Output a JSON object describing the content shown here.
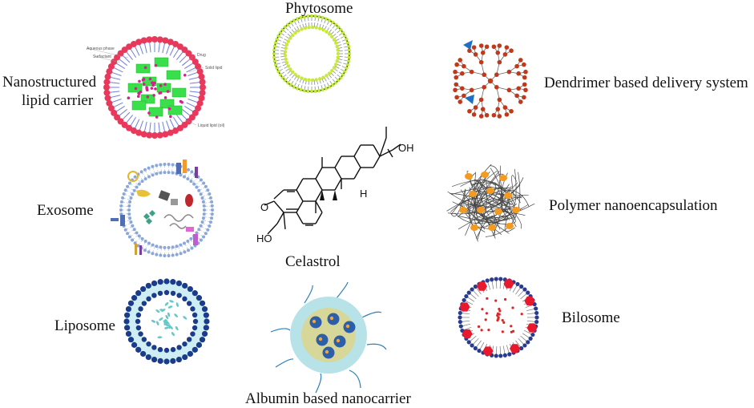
{
  "labels": {
    "phytosome": "Phytosome",
    "nlc": [
      "Nanostructured",
      "lipid carrier"
    ],
    "dendrimer": "Dendrimer based delivery system",
    "exosome": "Exosome",
    "celastrol": "Celastrol",
    "polymer": "Polymer nanoencapsulation",
    "liposome": "Liposome",
    "albumin": "Albumin based nanocarrier",
    "bilosome": "Bilosome"
  },
  "nlc_annotations": {
    "aqueous": "Aqueous phase",
    "surfactant": "Surfactant",
    "drug": "Drug",
    "solid": "Solid lipid",
    "liquid": "Liquid lipid (oil)"
  },
  "celastrol_atoms": {
    "cooh": "OH",
    "carbonyl_o": "O",
    "hydroxyl": "HO",
    "hydrogen": "H"
  },
  "colors": {
    "nlc_head": "#e8385c",
    "nlc_drug": "#39e04b",
    "nlc_dot": "#d6208f",
    "phyto_head": "#c8e83a",
    "phyto_tail": "#8c8ca8",
    "dendrimer_node": "#c0391b",
    "dendrimer_triangle": "#1f6fc4",
    "liposome_head": "#1a3c8a",
    "liposome_fill": "#cfeef4",
    "albumin_ring": "#b7e3e8",
    "albumin_core": "#d8d79a",
    "bilosome_head": "#2a3a8c",
    "bilosome_red": "#e8192c",
    "polymer_blob": "#f39a1f"
  }
}
